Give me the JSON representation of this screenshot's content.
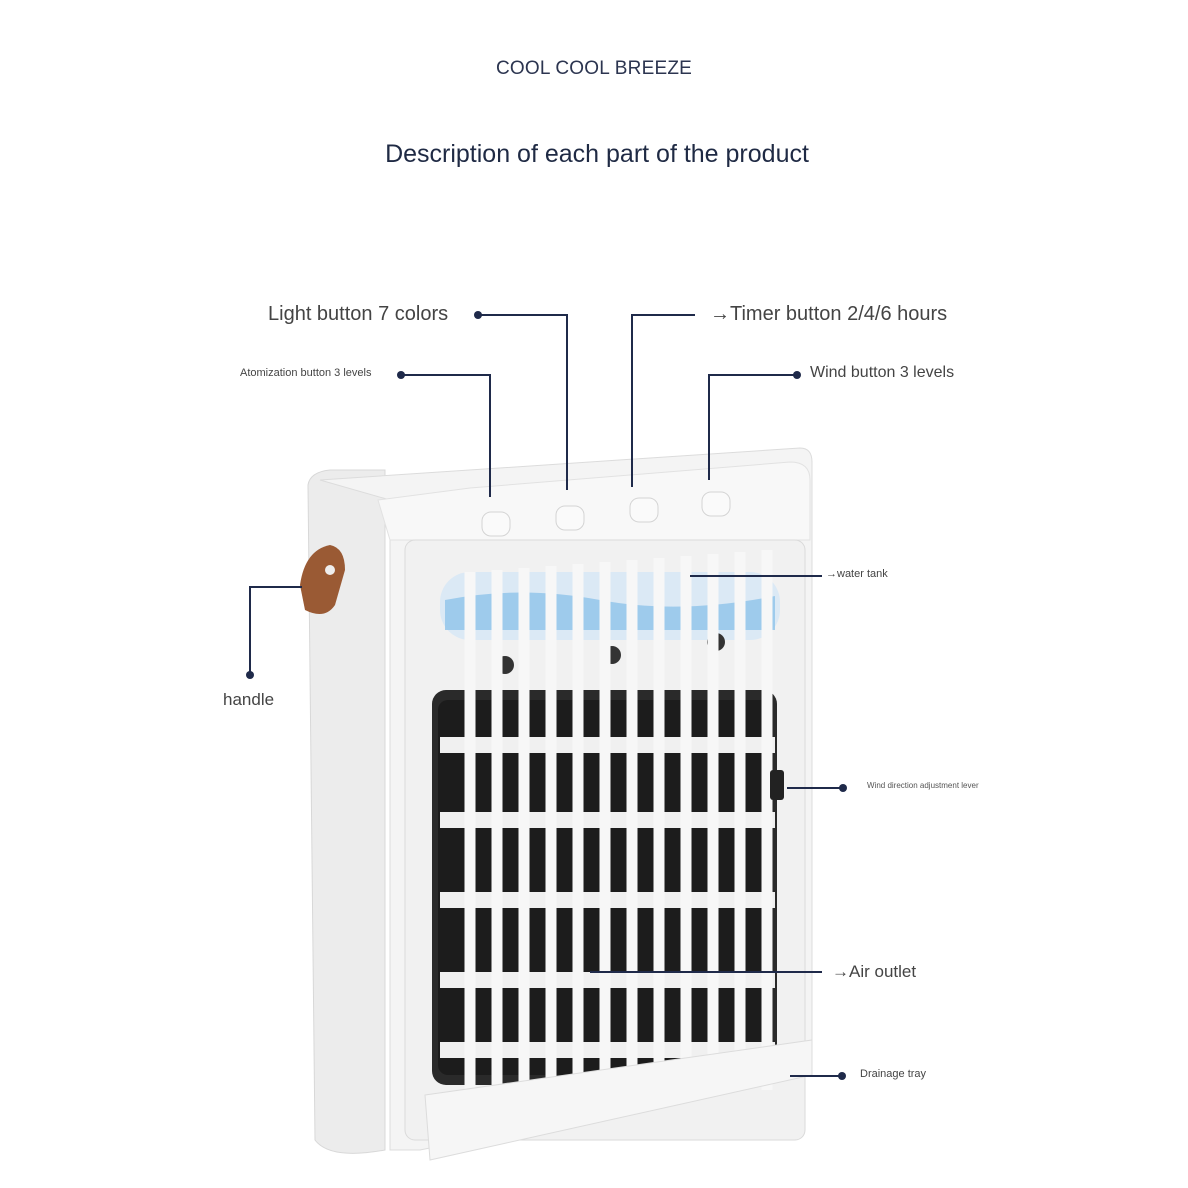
{
  "brand": "COOL COOL BREEZE",
  "title": "Description of each part of the product",
  "labels": {
    "light_button": "Light button 7 colors",
    "timer_button": "→Timer button 2/4/6 hours",
    "atomization_button": "Atomization button 3 levels",
    "wind_button": "Wind button 3 levels",
    "water_tank": "→water tank",
    "handle": "handle",
    "wind_direction_lever": "Wind direction adjustment lever",
    "air_outlet": "→Air outlet",
    "drainage_tray": "Drainage tray"
  },
  "colors": {
    "leader_line": "#1f2a4a",
    "handle_leather": "#9a5a34",
    "water": "#8ec3ea"
  }
}
